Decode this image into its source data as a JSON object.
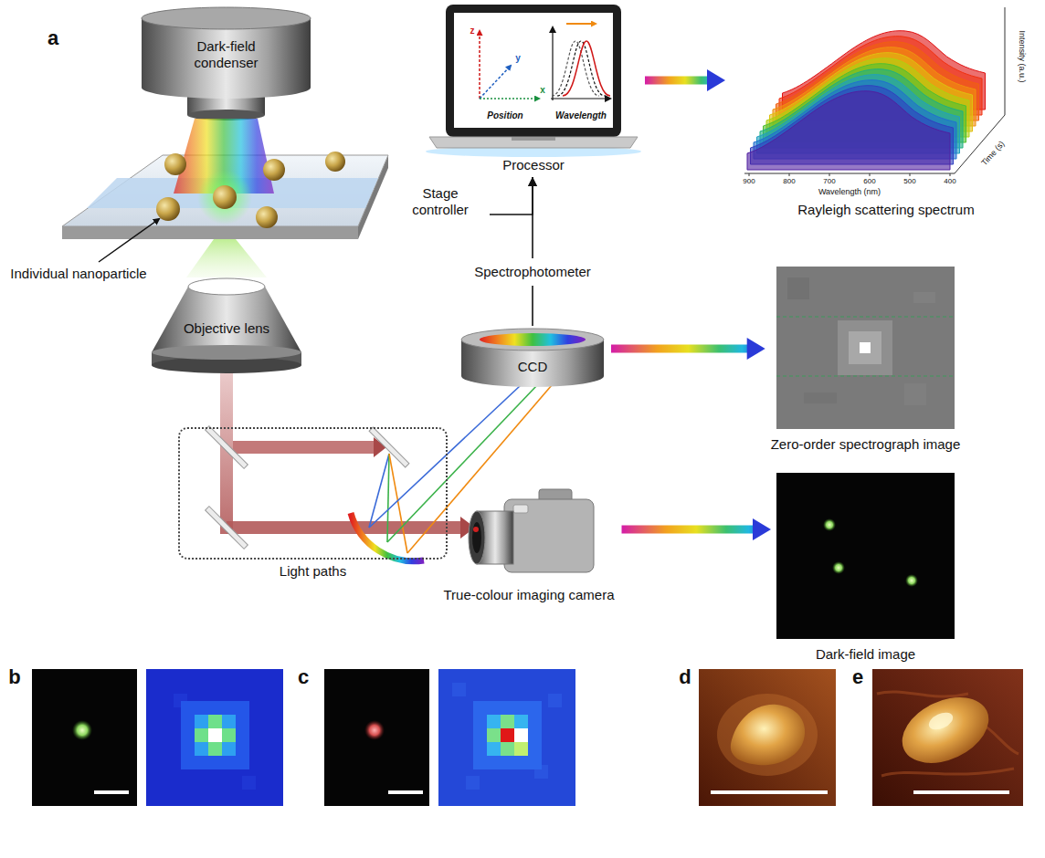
{
  "diagram": {
    "nodes": [
      {
        "text": [
          "Dark-field condenser"
        ]
      },
      {
        "text": [
          "Processor"
        ]
      },
      {
        "text": [
          "Rayleigh scattering spectrum"
        ]
      },
      {
        "text": [
          "Stage controller"
        ]
      },
      {
        "text": [
          "Spectrophotometer"
        ]
      },
      {
        "text": [
          "Objective lens"
        ]
      },
      {
        "text": [
          "CCD"
        ]
      },
      {
        "text": [
          "Zero-order spectrograph image"
        ]
      },
      {
        "text": [
          "Light paths"
        ]
      },
      {
        "text": [
          "True-colour imaging camera"
        ]
      },
      {
        "text": [
          "Dark-field image"
        ]
      }
    ],
    "edges": [
      {
        "from": 1,
        "to": 2,
        "arrow": "to"
      },
      {
        "from": 4,
        "to": 1,
        "arrow": "to"
      },
      {
        "from": 3,
        "to": 1,
        "arrow": "to"
      },
      {
        "from": 6,
        "to": 4,
        "arrow": "none"
      },
      {
        "from": 6,
        "to": 7,
        "arrow": "to"
      },
      {
        "from": 9,
        "to": 10,
        "arrow": "to"
      }
    ],
    "labels": [
      "a",
      "Individual nanoparticle",
      "z",
      "y",
      "x",
      "Position",
      "Wavelength",
      "Intensity (a.u.)",
      "Time (s)",
      "900",
      "800",
      "700",
      "600",
      "500",
      "400",
      "Wavelength (nm)",
      "b",
      "c",
      "d",
      "e"
    ]
  }
}
